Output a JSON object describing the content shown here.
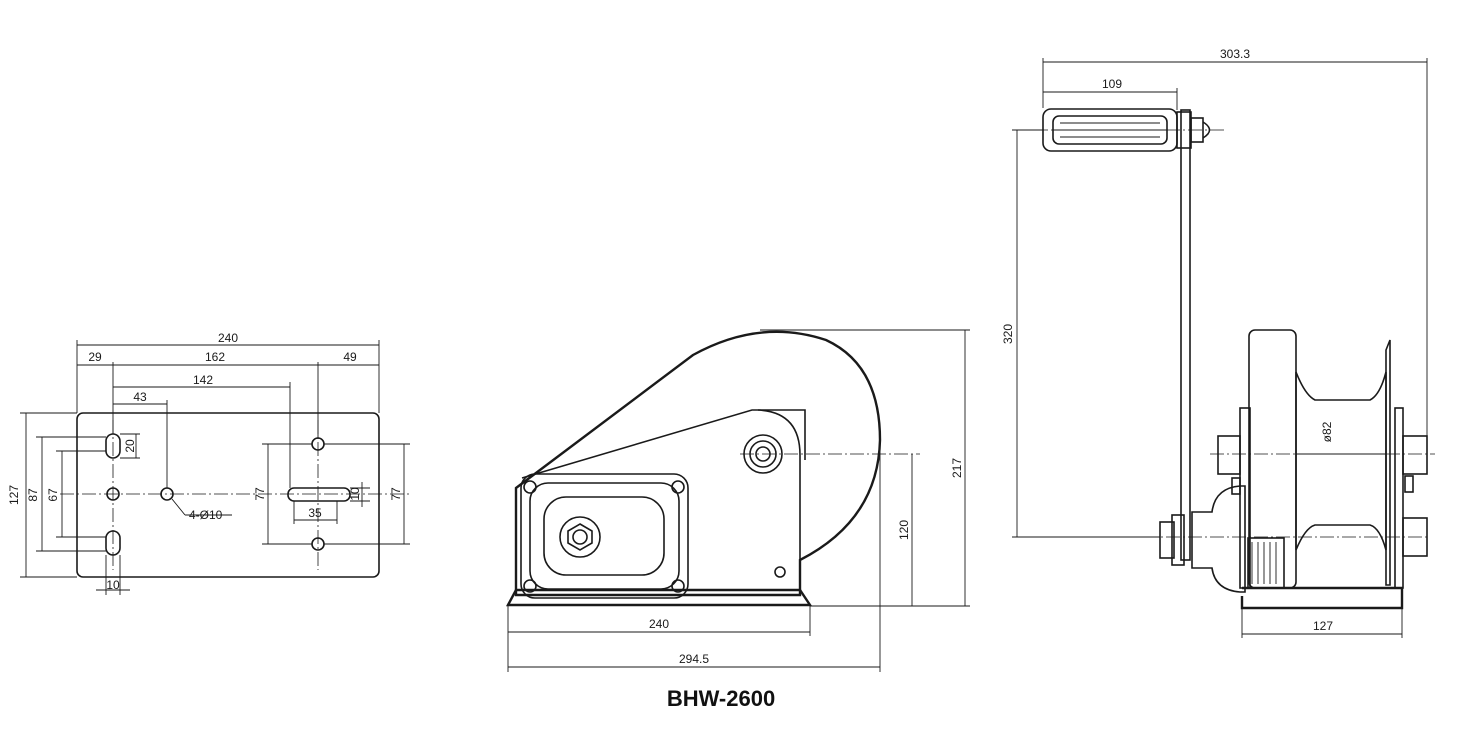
{
  "model": "BHW-2600",
  "base_plate_view": {
    "width_overall": "240",
    "offset_left": "29",
    "hole_span": "162",
    "offset_right": "49",
    "span_142": "142",
    "span_43": "43",
    "height_overall": "127",
    "height_87": "87",
    "height_67": "67",
    "slot_length": "20",
    "slot_width": "10",
    "right_height_left": "77",
    "right_height_right": "77",
    "slot_35": "35",
    "slot_10": "10",
    "hole_callout": "4-Ø10"
  },
  "side_view": {
    "base_width": "240",
    "overall_length": "294.5",
    "axle_height": "120",
    "overall_height": "217"
  },
  "front_view": {
    "overall_width": "303.3",
    "handle_length": "109",
    "crank_radius": "320",
    "drum_diameter": "ø82",
    "base_depth": "127"
  }
}
